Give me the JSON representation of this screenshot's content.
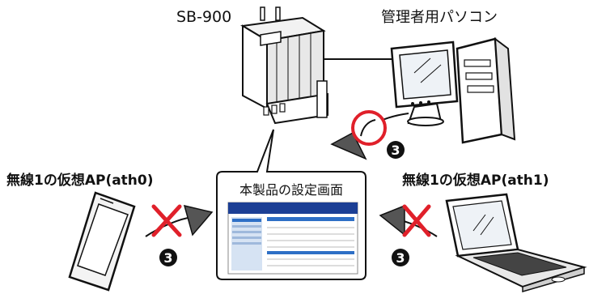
{
  "device": {
    "label": "SB-900"
  },
  "pc": {
    "label": "管理者用パソコン"
  },
  "ap_left": {
    "label": "無線1の仮想AP(ath0)"
  },
  "ap_right": {
    "label": "無線1の仮想AP(ath1)"
  },
  "callout": {
    "title": "本製品の設定画面"
  },
  "step_marker": {
    "symbol": "❸"
  },
  "colors": {
    "block_x": "#e0202a",
    "allow_ring": "#e0202a",
    "screen_header": "#1c3f95",
    "screen_accent": "#2e6fc6"
  }
}
